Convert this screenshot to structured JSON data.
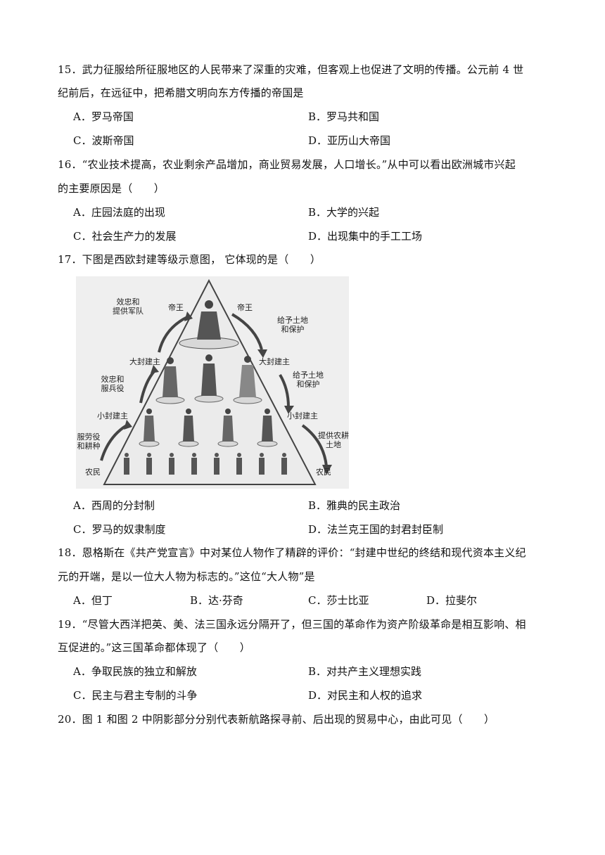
{
  "q15": {
    "line1": "15．武力征服给所征服地区的人民带来了深重的灾难，但客观上也促进了文明的传播。公元前 4 世",
    "line2": "纪前后，在远征中，把希腊文明向东方传播的帝国是",
    "options": [
      "A．罗马帝国",
      "B．罗马共和国",
      "C．波斯帝国",
      "D．亚历山大帝国"
    ]
  },
  "q16": {
    "line1": "16．“农业技术提高，农业剩余产品增加，商业贸易发展，人口增长。”从中可以看出欧洲城市兴起",
    "line2": "的主要原因是（　　）",
    "options": [
      "A．庄园法庭的出现",
      "B．大学的兴起",
      "C．社会生产力的发展",
      "D．出现集中的手工工场"
    ]
  },
  "q17": {
    "line1": "17．下图是西欧封建等级示意图，  它体现的是（　　）",
    "diagram": {
      "left_labels": [
        "帝王",
        "大封建主",
        "小封建主",
        "农民"
      ],
      "right_labels": [
        "帝王",
        "大封建主",
        "小封建主",
        "农民"
      ],
      "left_arrows": [
        "效忠和\n提供军队",
        "效忠和\n服兵役",
        "服劳役\n和耕种"
      ],
      "right_arrows": [
        "给予土地\n和保护",
        "给予土地\n和保护",
        "提供农耕\n土地"
      ]
    },
    "options": [
      "A．西周的分封制",
      "B．雅典的民主政治",
      "C．罗马的奴隶制度",
      "D．法兰克王国的封君封臣制"
    ]
  },
  "q18": {
    "line1": "18．恩格斯在《共产党宣言》中对某位人物作了精辟的评价：“封建中世纪的终结和现代资本主义纪",
    "line2": "元的开端，是以一位大人物为标志的。”这位“大人物”是",
    "options": [
      "A．但丁",
      "B．达·芬奇",
      "C．莎士比亚",
      "D．拉斐尔"
    ]
  },
  "q19": {
    "line1": "19．“尽管大西洋把英、美、法三国永远分隔开了，但三国的革命作为资产阶级革命是相互影响、相",
    "line2": "互促进的。”这三国革命都体现了（　　）",
    "options": [
      "A．争取民族的独立和解放",
      "B．对共产主义理想实践",
      "C．民主与君主专制的斗争",
      "D．对民主和人权的追求"
    ]
  },
  "q20": {
    "line1": "20．图 1 和图 2 中阴影部分分别代表新航路探寻前、后出现的贸易中心，由此可见（　　）"
  }
}
